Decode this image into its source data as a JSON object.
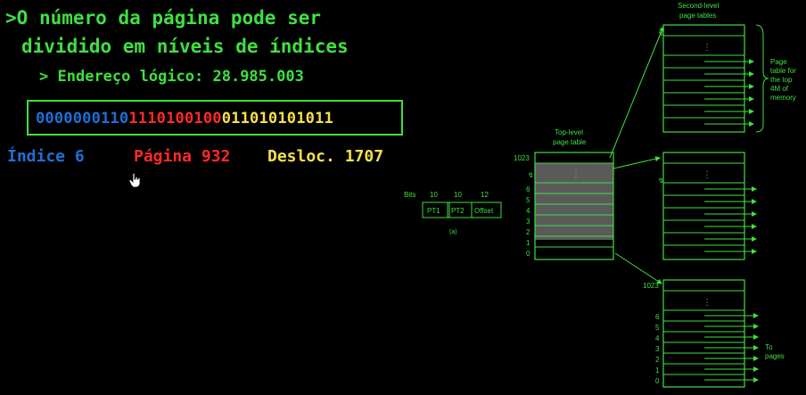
{
  "slide": {
    "bullet_marker": ">",
    "heading_line1": "O número da página pode ser",
    "heading_line2": "dividido em níveis de índices",
    "sub_bullet": "Endereço lógico: 28.985.003",
    "binary": {
      "blue": "0000000110",
      "red": "1110100100",
      "yellow": "011010101011"
    },
    "labels": {
      "indice": "Índice 6",
      "pagina": "Página 932",
      "desloc": "Desloc. 1707"
    },
    "colors": {
      "text": "#3fe03f",
      "blue": "#1e6fd6",
      "red": "#ff2a2a",
      "yellow": "#f5e04a"
    }
  },
  "diagram": {
    "bits_label": "Bits",
    "field_bits": [
      "10",
      "10",
      "12"
    ],
    "fields": [
      "PT1",
      "PT2",
      "Offset"
    ],
    "caption": "(a)",
    "top_level_title": [
      "Top-level",
      "page table"
    ],
    "second_level_title": [
      "Second-level",
      "page tables"
    ],
    "top_index": "1023",
    "row_numbers": [
      "6",
      "5",
      "4",
      "3",
      "2",
      "1",
      "0"
    ],
    "ellipsis": "⋮",
    "brace_note": [
      "Page",
      "table for",
      "the top",
      "4M of",
      "memory"
    ],
    "pages_note": [
      "To",
      "pages"
    ],
    "bottom_index": "1023"
  }
}
